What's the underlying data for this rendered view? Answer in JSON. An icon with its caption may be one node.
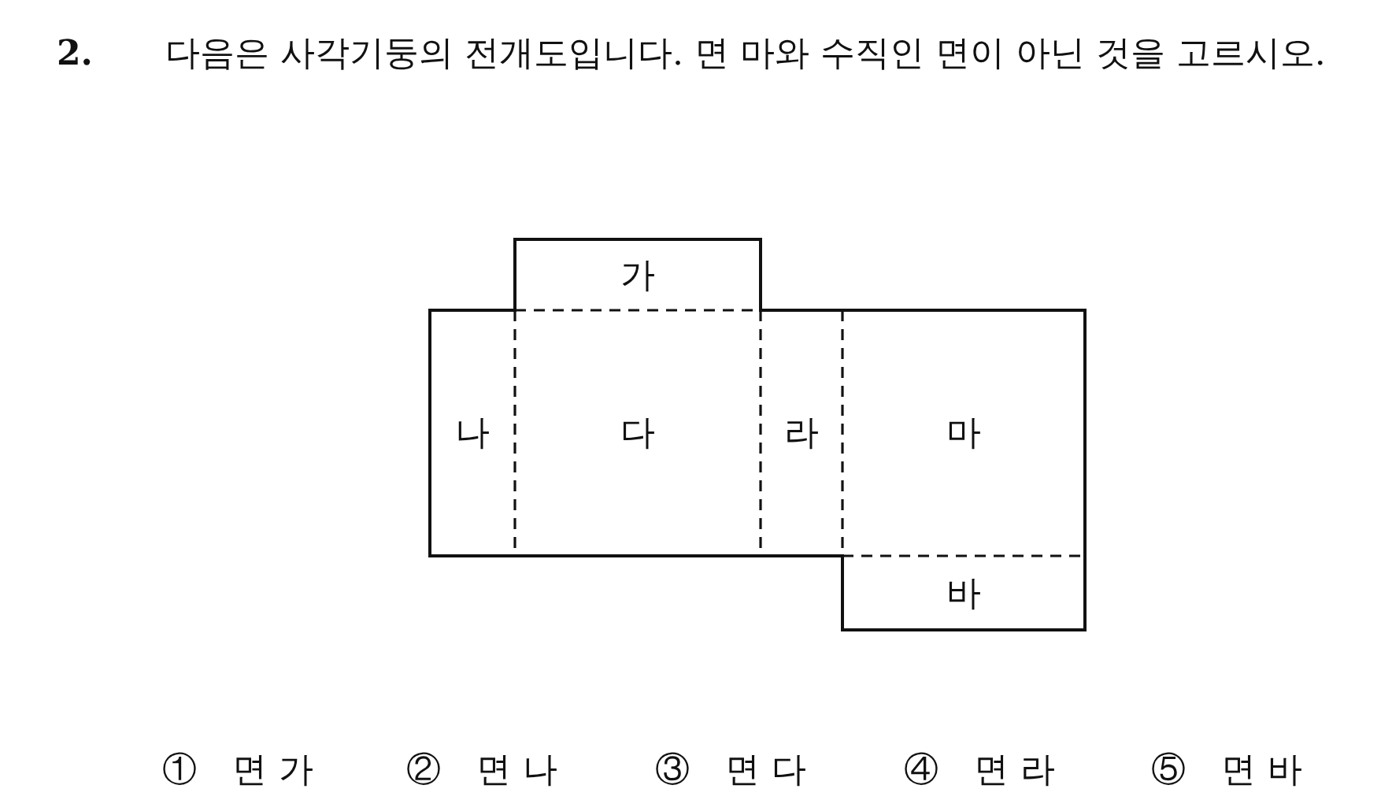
{
  "diagram": {
    "nodes": [
      {
        "text": [
          "가"
        ]
      },
      {
        "text": [
          "나"
        ]
      },
      {
        "text": [
          "다"
        ]
      },
      {
        "text": [
          "라"
        ]
      },
      {
        "text": [
          "마"
        ]
      },
      {
        "text": [
          "바"
        ]
      }
    ],
    "labels": [
      "2.",
      "다음은 사각기둥의 전개도입니다. 면 마와 수직인 면이 아닌 것을 고르시오.",
      "① 면가",
      "② 면나",
      "③ 면다",
      "④ 면라",
      "⑤ 면바"
    ]
  }
}
